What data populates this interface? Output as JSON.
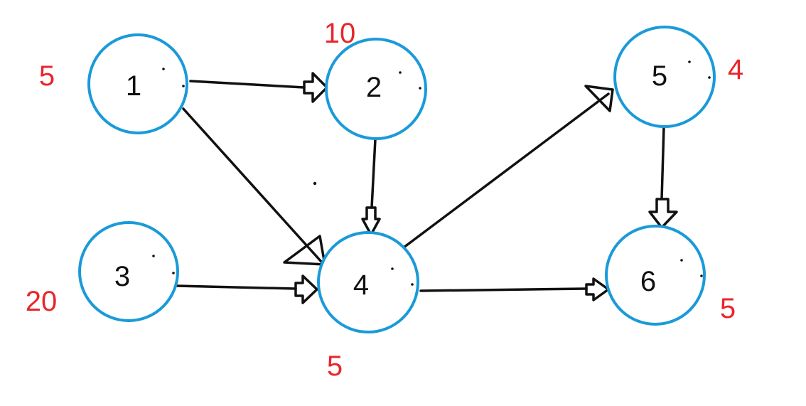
{
  "diagram": {
    "colors": {
      "node_stroke": "#1a9ad9",
      "weight_text": "#e8262b",
      "edge": "#111111"
    },
    "nodes": [
      {
        "id": "1",
        "label": "1",
        "weight": "5"
      },
      {
        "id": "2",
        "label": "2",
        "weight": "10"
      },
      {
        "id": "3",
        "label": "3",
        "weight": "20"
      },
      {
        "id": "4",
        "label": "4",
        "weight": "5"
      },
      {
        "id": "5",
        "label": "5",
        "weight": "4"
      },
      {
        "id": "6",
        "label": "6",
        "weight": "5"
      }
    ],
    "edges": [
      {
        "from": "1",
        "to": "2"
      },
      {
        "from": "1",
        "to": "4"
      },
      {
        "from": "2",
        "to": "4"
      },
      {
        "from": "3",
        "to": "4"
      },
      {
        "from": "4",
        "to": "5"
      },
      {
        "from": "4",
        "to": "6"
      },
      {
        "from": "5",
        "to": "6"
      }
    ]
  }
}
